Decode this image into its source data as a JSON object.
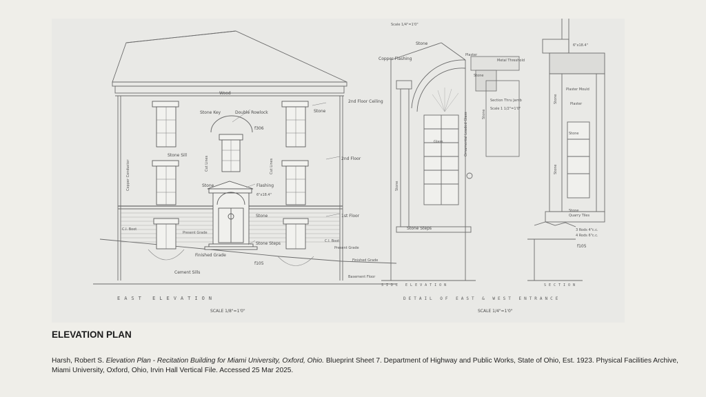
{
  "slide": {
    "title": "ELEVATION PLAN",
    "caption": {
      "before": "Harsh, Robert S. ",
      "italic": "Elevation Plan - Recitation Building for Miami University, Oxford, Ohio.",
      "after": " Blueprint Sheet 7. Department of Highway and Public Works, State of Ohio, Est. 1923. Physical Facilities Archive, Miami University, Oxford, Ohio, Irvin Hall Vertical File. Accessed 25 Mar 2025."
    }
  },
  "drawing": {
    "labels": {
      "wood": "Wood",
      "second_floor_ceiling": "2nd Floor Ceiling",
      "stone_key": "Stone Key",
      "double_rowlock": "Double Rowlock",
      "stone_right": "Stone",
      "f306": "f306",
      "copper_conductor": "Copper Conductor",
      "stone_sill": "Stone Sill",
      "cut_lines_left": "Cut Lines",
      "cut_lines_right": "Cut Lines",
      "second_floor": "2nd Floor",
      "stone_flashing_left": "Stone",
      "flashing": "Flashing",
      "dim_left": "6\"x18.4\"",
      "stone_mid": "Stone",
      "first_floor": "1st Floor",
      "ci_boot_left": "C.I. Boot",
      "present_grade": "Present Grade",
      "stone_steps": "Stone Steps",
      "ci_boot_right": "C.I. Boot",
      "present_grade_right": "Present Grade",
      "finished_grade": "Finished Grade",
      "f105_left": "f105",
      "finished_grade_right": "Finished Grade",
      "cement_sills": "Cement Sills",
      "basement_floor": "Basement Floor",
      "scale_top": "Scale 1/4\"=1'0\"",
      "stone_top": "Stone",
      "copper_flashing": "Copper Flashing",
      "plaster": "Plaster",
      "metal_threshold": "Metal Threshold",
      "stone_small": "Stone",
      "section_thru_jamb": "Section Thru Jamb",
      "scale_jamb": "Scale 1 1/2\"=1'0\"",
      "ornamental_leaded_glass": "Ornamental Leaded Glass",
      "glass": "Glass",
      "stone_vertical": "Stone",
      "stone_vertical_2": "Stone",
      "stone_steps_detail": "Stone Steps",
      "dim_right": "6\"x18.4\"",
      "plaster_mould": "Plaster Mould",
      "plaster_right": "Plaster",
      "stone_right_col": "Stone",
      "stone_right_vert": "Stone",
      "stone_vert_far": "Stone",
      "stone_quarry": "Stone",
      "quarry_tiles": "Quarry Tiles",
      "rods_1": "3 Rods 4\"c.c.",
      "rods_2": "4 Rods 6\"c.c.",
      "f105_right": "f105",
      "east_elevation": "EAST ELEVATION",
      "scale_east": "SCALE 1/8\"=1'0\"",
      "side_elevation": "SIDE ELEVATION",
      "detail_entrance": "DETAIL OF EAST & WEST ENTRANCE",
      "scale_detail": "SCALE 1/4\"=1'0\"",
      "section": "SECTION"
    }
  }
}
